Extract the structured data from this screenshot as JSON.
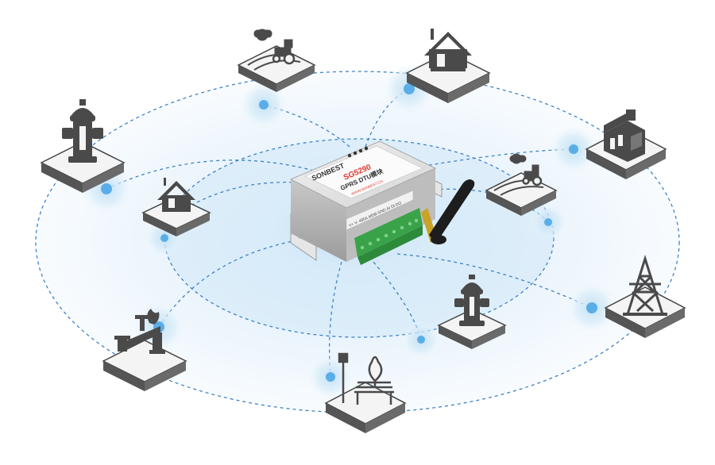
{
  "device": {
    "brand": "SONBEST",
    "model": "SG5290",
    "product": "GPRS DTU模块",
    "website": "WWW.SONBEST.CN",
    "terminal_labels": "V+ V- 485A 485B GND AI DI DO"
  },
  "nodes": [
    {
      "id": "tractor-farm",
      "icon": "tractor-field-icon"
    },
    {
      "id": "house",
      "icon": "house-icon"
    },
    {
      "id": "factory",
      "icon": "factory-icon"
    },
    {
      "id": "fire-hydrant",
      "icon": "fire-hydrant-icon"
    },
    {
      "id": "house-small",
      "icon": "house-icon"
    },
    {
      "id": "tractor-farm-small",
      "icon": "tractor-field-icon"
    },
    {
      "id": "power-tower",
      "icon": "power-tower-icon"
    },
    {
      "id": "fire-hydrant-small",
      "icon": "fire-hydrant-icon"
    },
    {
      "id": "pipeline-valve",
      "icon": "pipe-valve-icon"
    },
    {
      "id": "park-bench",
      "icon": "park-bench-icon"
    }
  ],
  "colors": {
    "dash_line": "#3f82c8",
    "signal_dot": "#5aaee8",
    "halo": "#d6ebf8",
    "icon_dark": "#4a4a4a",
    "tile_top": "#f4f4f4",
    "tile_side": "#555555",
    "device_body": "#dcdcdc",
    "terminal_green": "#3aa34a",
    "brand_red": "#e03a2f"
  }
}
